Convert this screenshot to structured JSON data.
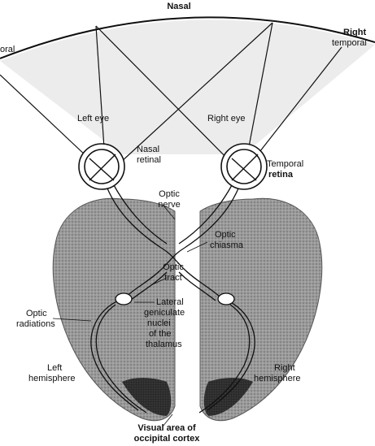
{
  "labels": {
    "nasal": "Nasal",
    "left_temporal": "oral",
    "right_temporal_1": "Right",
    "right_temporal_2": "temporal",
    "left_eye": "Left eye",
    "right_eye": "Right eye",
    "nasal_retina_1": "Nasal",
    "nasal_retina_2": "retinal",
    "temporal_retina_1": "Temporal",
    "temporal_retina_2": "retina",
    "optic_nerve_1": "Optic",
    "optic_nerve_2": "nerve",
    "optic_chiasma_1": "Optic",
    "optic_chiasma_2": "chiasma",
    "optic_tract_1": "Optic",
    "optic_tract_2": "tract",
    "lgn_1": "Lateral",
    "lgn_2": "geniculate",
    "lgn_3": "nuclei",
    "lgn_4": "of the",
    "lgn_5": "thalamus",
    "optic_radiations_1": "Optic",
    "optic_radiations_2": "radiations",
    "left_hemisphere_1": "Left",
    "left_hemisphere_2": "hemisphere",
    "right_hemisphere_1": "Right",
    "right_hemisphere_2": "hemisphere",
    "visual_area_1": "Visual area of",
    "visual_area_2": "occipital cortex"
  },
  "colors": {
    "outline": "#111111",
    "brain_fill": "#8a8a8a",
    "brain_dark": "#3a3a3a",
    "field_fill": "#e9e9e9",
    "background": "#ffffff"
  }
}
